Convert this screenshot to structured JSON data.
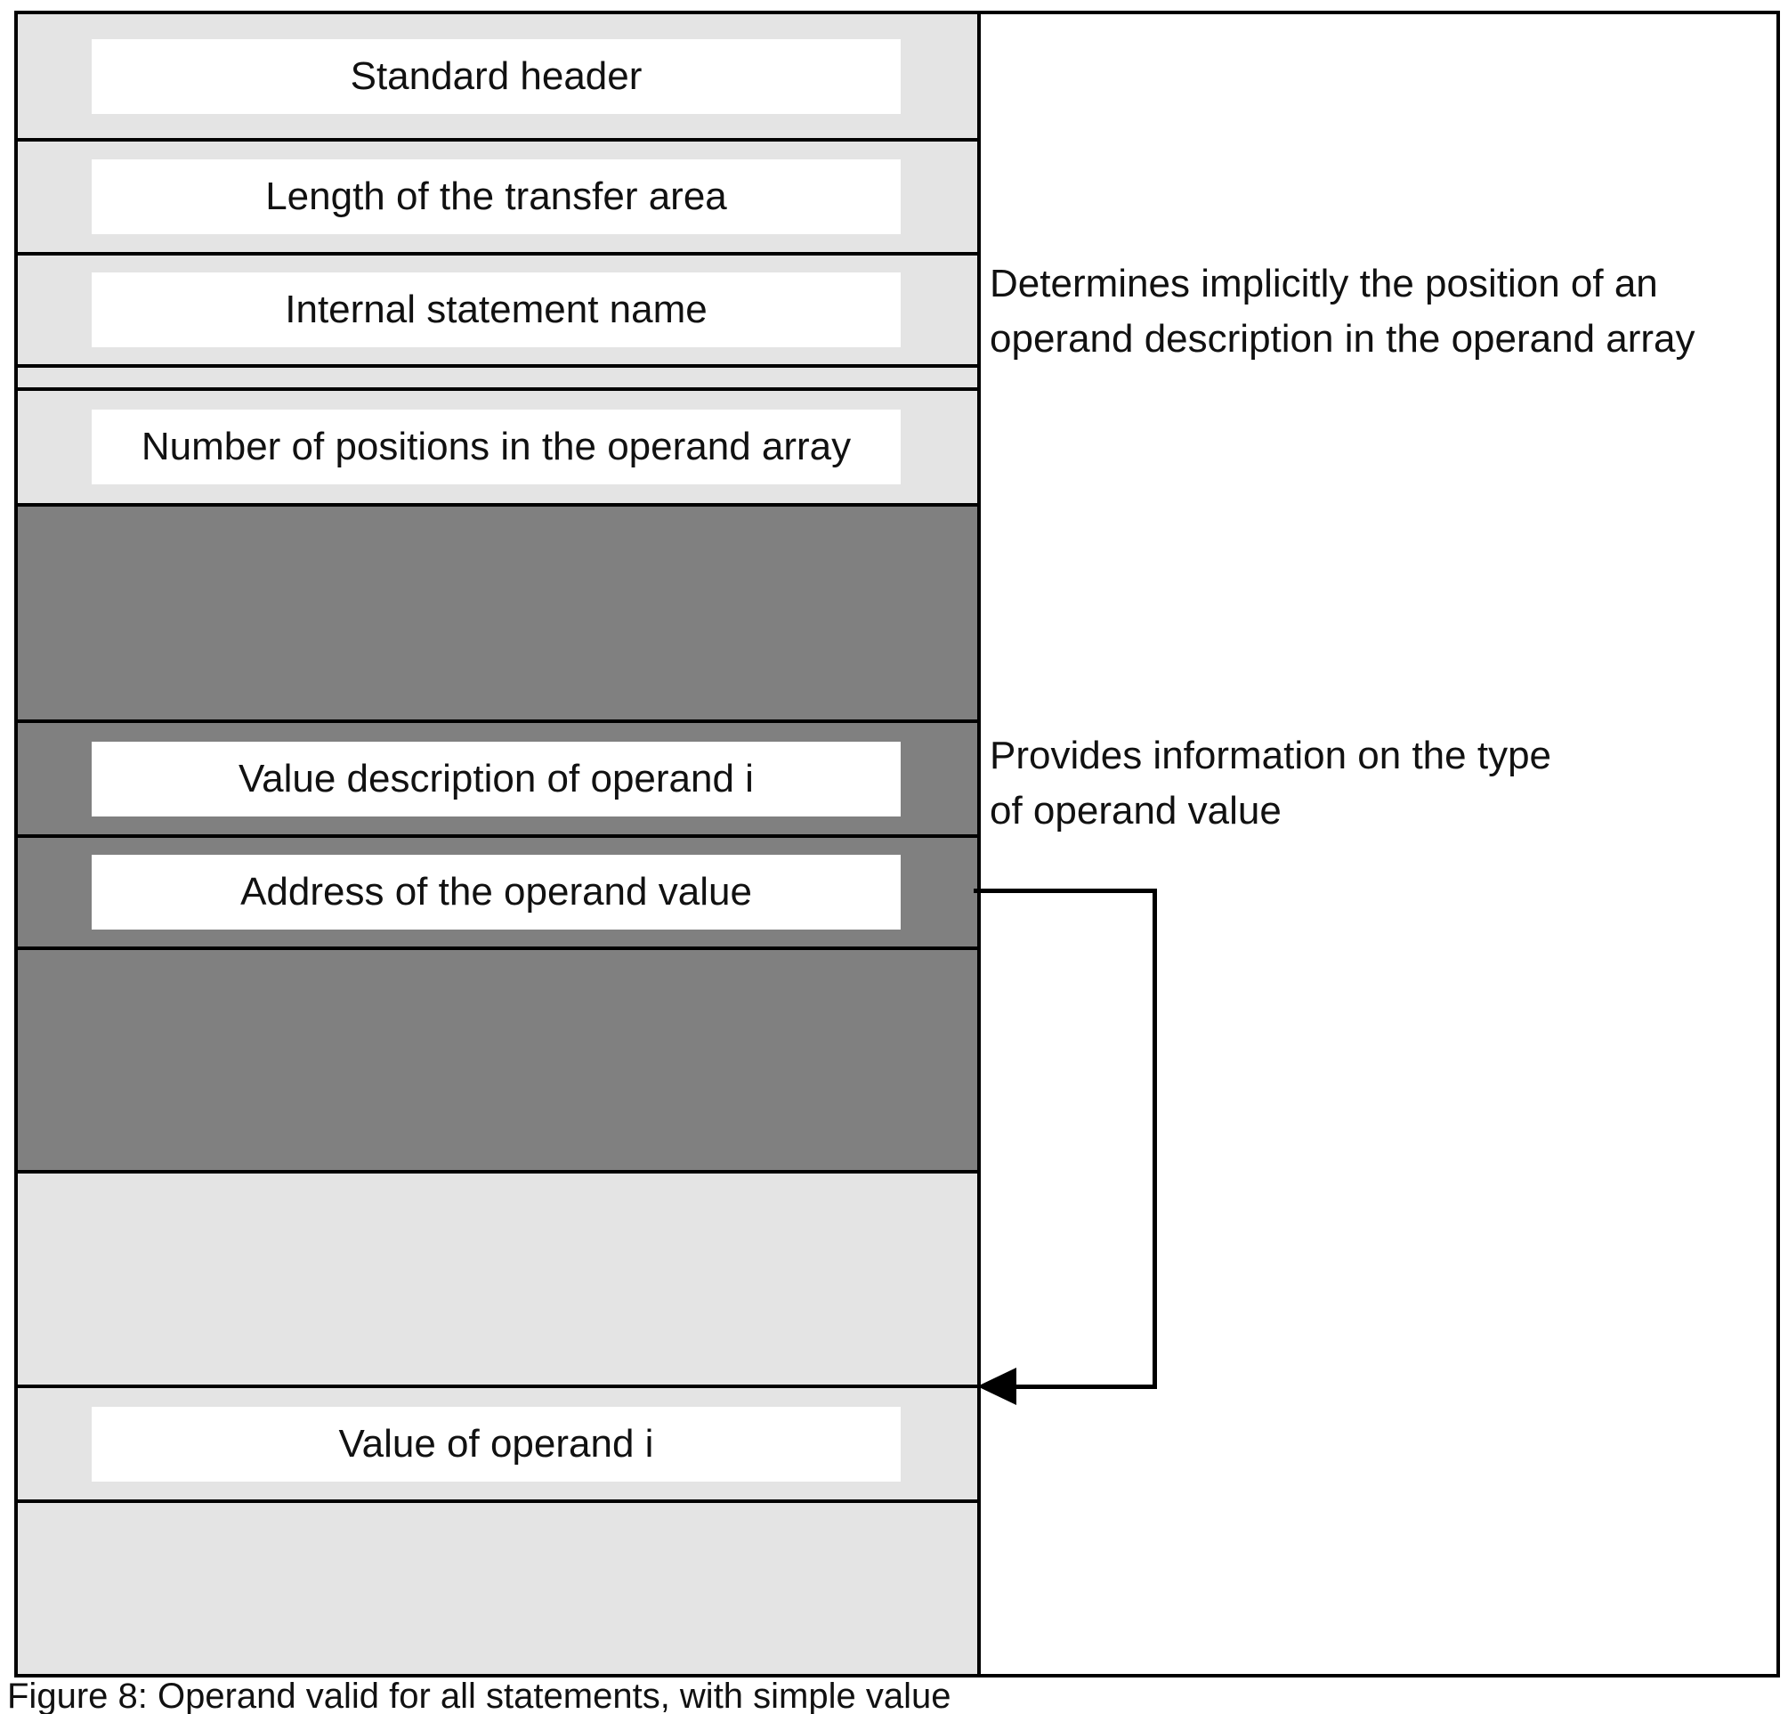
{
  "figure": {
    "caption": "Figure 8: Operand valid for all statements, with simple value",
    "rows": [
      {
        "label": "Standard header",
        "shade": "light"
      },
      {
        "label": "Length of the transfer area",
        "shade": "light"
      },
      {
        "label": "Internal statement name",
        "shade": "light"
      },
      {
        "label": "",
        "shade": "light"
      },
      {
        "label": "Number of positions in the operand array",
        "shade": "light"
      },
      {
        "label": "",
        "shade": "dark"
      },
      {
        "label": "Value description of operand i",
        "shade": "dark"
      },
      {
        "label": "Address of the operand value",
        "shade": "dark"
      },
      {
        "label": "",
        "shade": "dark"
      },
      {
        "label": "",
        "shade": "light"
      },
      {
        "label": "Value of operand i",
        "shade": "light"
      },
      {
        "label": "",
        "shade": "light"
      }
    ],
    "annotations": [
      {
        "lines": [
          "Determines implicitly the position of an",
          "operand description in the operand array"
        ]
      },
      {
        "lines": [
          "Provides information on the type",
          "of operand value"
        ]
      }
    ]
  },
  "colors": {
    "row_light": "#e4e4e4",
    "row_dark": "#808080",
    "box_white": "#ffffff",
    "line_black": "#000000",
    "text_color": "#111111",
    "page_bg": "#ffffff"
  }
}
